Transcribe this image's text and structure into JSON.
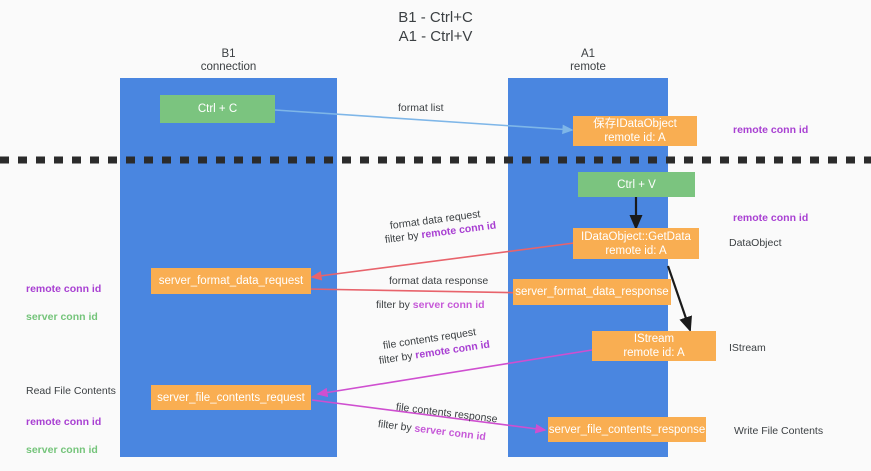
{
  "title": "B1 - Ctrl+C\nA1 - Ctrl+V",
  "lanes": [
    {
      "name": "left-lane",
      "title": "B1\nconnection"
    },
    {
      "name": "right-lane",
      "title": "A1\nremote"
    }
  ],
  "nodes": {
    "ctrl_c": {
      "line1": "Ctrl + C",
      "line2": ""
    },
    "save_idataobject": {
      "line1": "保存IDataObject",
      "line2": "remote id: A"
    },
    "ctrl_v": {
      "line1": "Ctrl + V",
      "line2": ""
    },
    "getdata": {
      "line1": "IDataObject::GetData",
      "line2": "remote id: A"
    },
    "server_format_data_request": {
      "line1": "server_format_data_request",
      "line2": ""
    },
    "server_format_data_response": {
      "line1": "server_format_data_response",
      "line2": ""
    },
    "istream": {
      "line1": "IStream",
      "line2": "remote id: A"
    },
    "server_file_contents_request": {
      "line1": "server_file_contents_request",
      "line2": ""
    },
    "server_file_contents_response": {
      "line1": "server_file_contents_response",
      "line2": ""
    }
  },
  "edge_labels": {
    "format_list": "format list",
    "format_data_request": "format data request",
    "format_data_request_filter_pre": "filter by ",
    "format_data_request_filter_kw": "remote conn id",
    "format_data_response": "format data response",
    "format_data_response_filter_pre": "filter by ",
    "format_data_response_filter_kw": "server conn id",
    "file_contents_request": "file contents request",
    "file_contents_request_filter_pre": "filter by ",
    "file_contents_request_filter_kw": "remote conn id",
    "file_contents_response": "file contents response",
    "file_contents_response_filter_pre": "filter by ",
    "file_contents_response_filter_kw": "server conn id"
  },
  "right_annotations": [
    {
      "name": "remote-conn-id-top",
      "text": "remote conn id",
      "style": "remote"
    },
    {
      "name": "remote-conn-id-mid",
      "text": "remote conn id",
      "style": "remote"
    },
    {
      "name": "dataobject-label",
      "text": "DataObject",
      "style": "plain"
    },
    {
      "name": "istream-label",
      "text": "IStream",
      "style": "plain"
    },
    {
      "name": "write-file-contents-label",
      "text": "Write File Contents",
      "style": "plain"
    }
  ],
  "left_annotations": {
    "format_block": {
      "remote": "remote conn id",
      "server": "server conn id"
    },
    "read_file_contents": "Read File Contents",
    "file_block": {
      "remote": "remote conn id",
      "server": "server conn id"
    }
  },
  "colors": {
    "lane": "#4a86e0",
    "orange": "#f9ae52",
    "green": "#7bc47f",
    "arrow_blue": "#7eb6e8",
    "arrow_red": "#e8636b",
    "arrow_magenta": "#cf4fd0",
    "arrow_black": "#1a1a1a",
    "remote_kw": "#a83fd2",
    "server_kw_green": "#74c47a",
    "background": "#fafafa"
  }
}
